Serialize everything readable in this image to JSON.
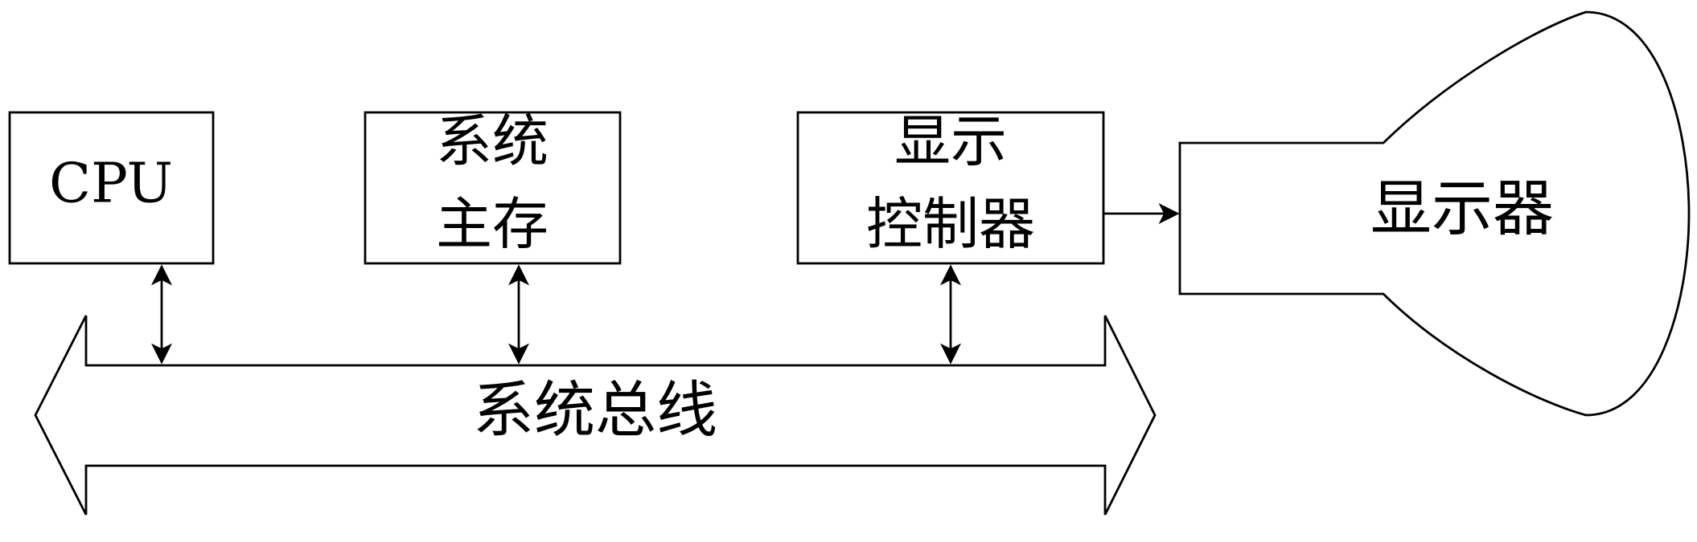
{
  "diagram": {
    "cpu": {
      "label": "CPU"
    },
    "memory": {
      "line1": "系统",
      "line2": "主存"
    },
    "display_controller": {
      "line1": "显示",
      "line2": "控制器"
    },
    "monitor": {
      "label": "显示器"
    },
    "bus": {
      "label": "系统总线"
    }
  },
  "colors": {
    "stroke": "#000000",
    "background": "#ffffff"
  }
}
